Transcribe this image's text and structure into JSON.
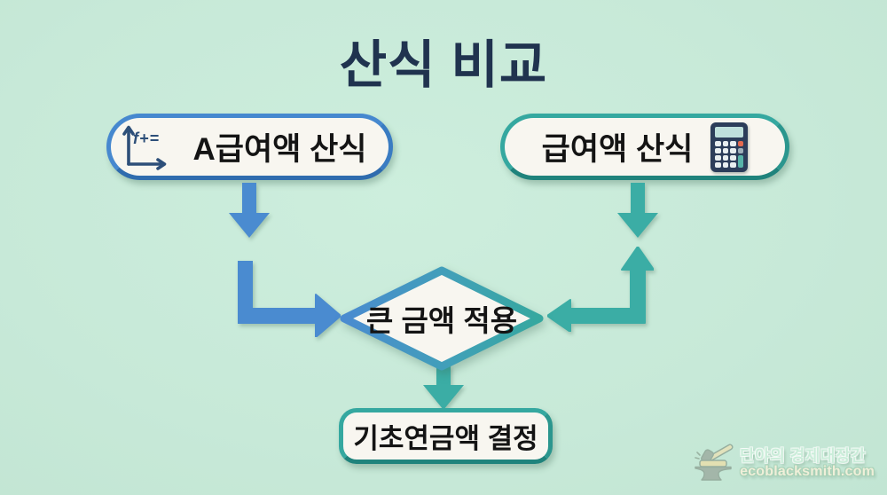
{
  "title": "산식 비교",
  "nodes": {
    "formula_a": {
      "label": "A급여액 산식",
      "icon": "function-graph-icon",
      "icon_text": "f+="
    },
    "formula_b": {
      "label": "급여액 산식",
      "icon": "calculator-icon"
    },
    "decision": {
      "label": "큰 금액 적용"
    },
    "result": {
      "label": "기초연금액 결정"
    }
  },
  "flow": [
    "formula_a -> decision",
    "formula_b -> decision",
    "decision -> result"
  ],
  "watermark": {
    "brand": "단야의 경제대장간",
    "url_text": "ecoblacksmith.com",
    "icon": "anvil-hammer-icon"
  },
  "colors": {
    "background": "#c7e9d8",
    "title": "#20334f",
    "blue_accent": "#4a8bd0",
    "teal_accent": "#3bada5",
    "node_fill": "#f8f6f0",
    "node_text": "#141414",
    "calc_red_key": "#e2694f",
    "calc_teal_key": "#57b3a8"
  }
}
